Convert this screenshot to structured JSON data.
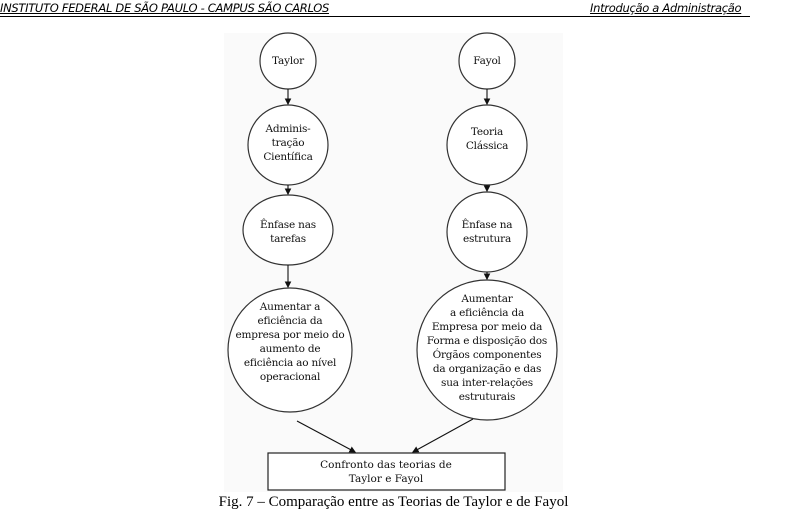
{
  "header": {
    "left": "INSTITUTO FEDERAL DE SÃO PAULO - CAMPUS SÃO CARLOS",
    "right": "Introdução a Administração"
  },
  "diagram": {
    "taylor_column": [
      {
        "id": "taylor",
        "label": "Taylor"
      },
      {
        "id": "administracao-cientifica",
        "label": "Adminis-\ntração\nCientífica"
      },
      {
        "id": "enfase-tarefas",
        "label": "Ênfase nas\ntarefas"
      },
      {
        "id": "taylor-objetivo",
        "label": "Aumentar a\neficiência da\nempresa por meio do\naumento de\neficiência ao nível\noperacional"
      }
    ],
    "fayol_column": [
      {
        "id": "fayol",
        "label": "Fayol"
      },
      {
        "id": "teoria-classica",
        "label": "Teoria\nClássica"
      },
      {
        "id": "enfase-estrutura",
        "label": "Ênfase na\nestrutura"
      },
      {
        "id": "fayol-objetivo",
        "label": "Aumentar\na eficiência da\nEmpresa por meio da\nForma e disposição dos\nÓrgãos componentes\nda organização e das\nsua inter-relações\nestruturais"
      }
    ],
    "confronto": {
      "label": "Confronto das teorias de\nTaylor e Fayol"
    }
  },
  "caption": "Fig. 7 – Comparação entre as Teorias de Taylor e de Fayol"
}
